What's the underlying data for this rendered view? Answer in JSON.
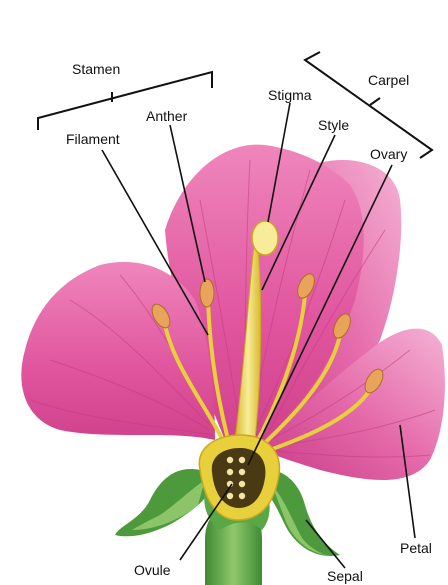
{
  "labels": {
    "stamen": "Stamen",
    "anther": "Anther",
    "filament": "Filament",
    "stigma": "Stigma",
    "style": "Style",
    "carpel": "Carpel",
    "ovary": "Ovary",
    "ovule": "Ovule",
    "sepal": "Sepal",
    "petal": "Petal"
  },
  "colors": {
    "petal": "#e0559e",
    "petal_light": "#f2a3cc",
    "petal_vein": "#c23b82",
    "pistil": "#e8cf3c",
    "pistil_light": "#f6e88a",
    "anther": "#e9a45c",
    "sepal": "#4d9a3c",
    "sepal_light": "#8cc46a",
    "ovary_dark": "#4a3a14",
    "ovule": "#f3e6a6",
    "line": "#111111"
  }
}
